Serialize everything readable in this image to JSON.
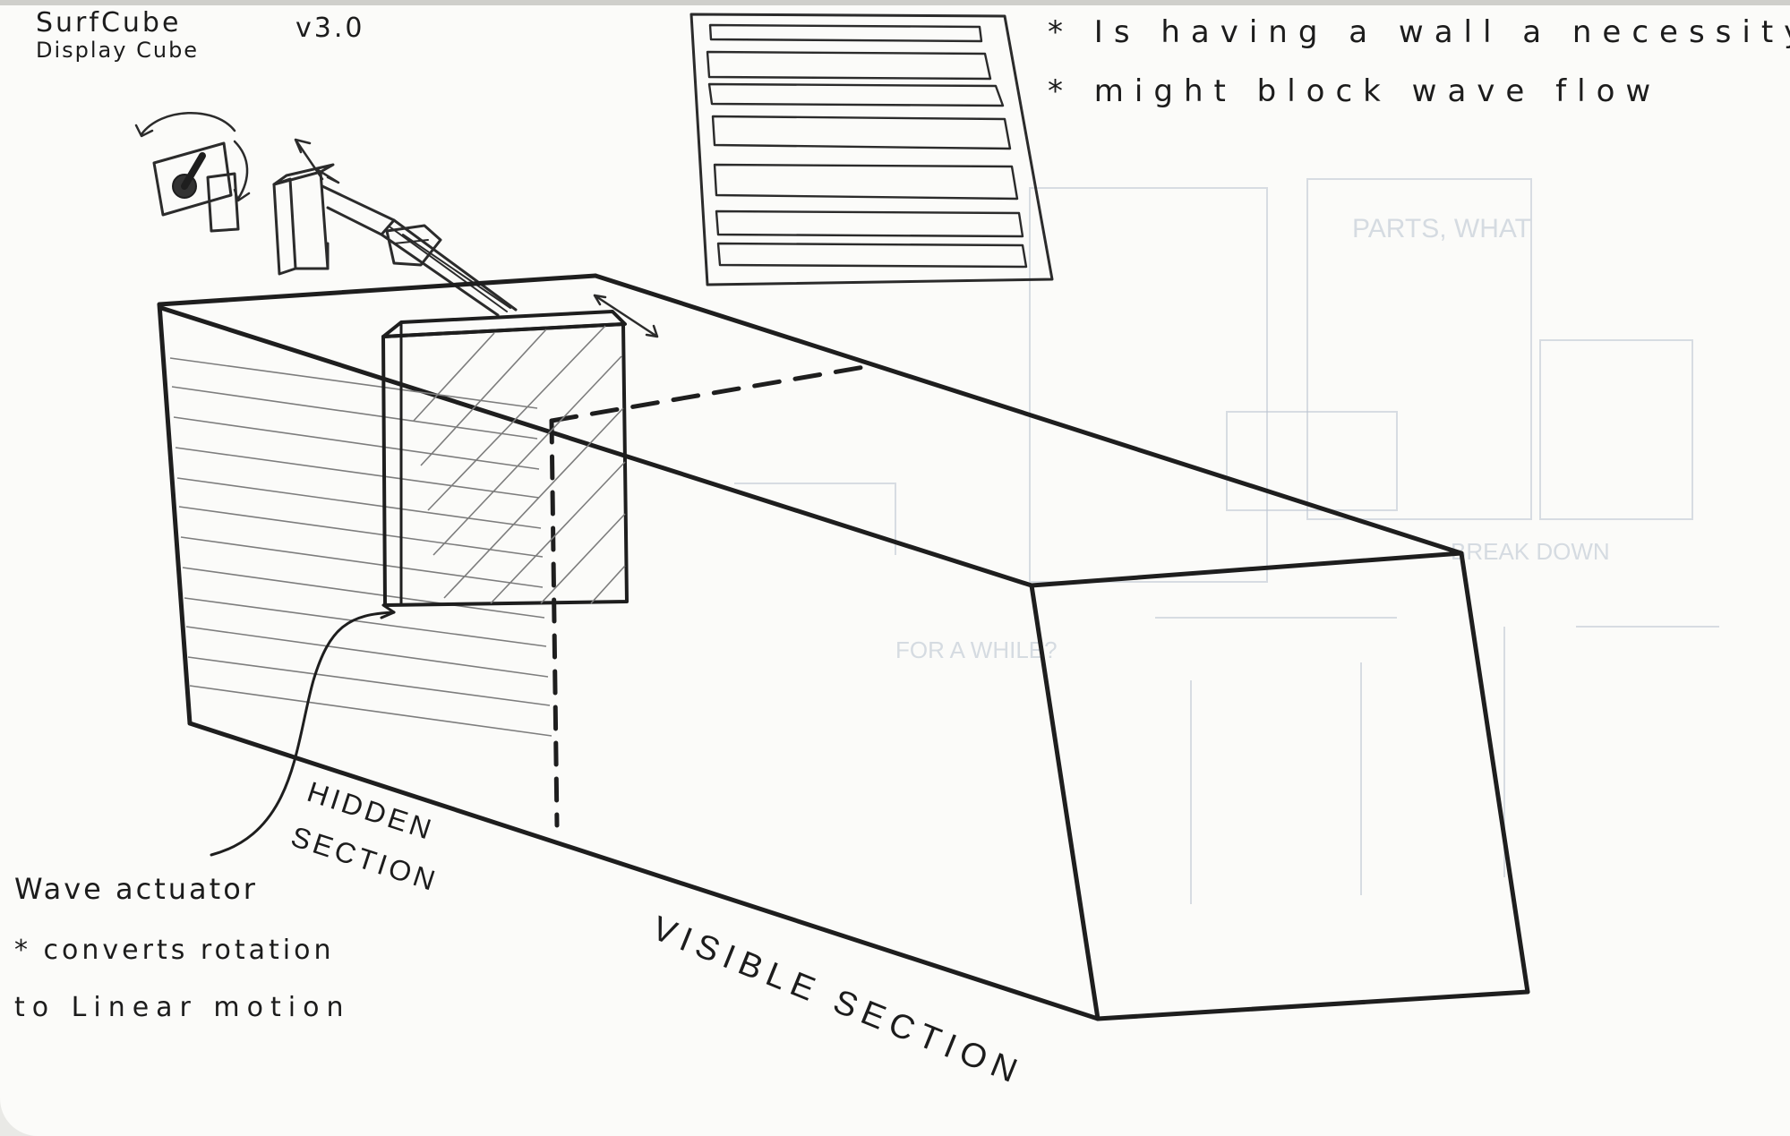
{
  "title": {
    "name": "SurfCube",
    "version": "v3.0",
    "subtitle": "Display Cube"
  },
  "notes": {
    "wall_question": "* Is having a wall a necessity?",
    "wall_concern": "* might block wave flow"
  },
  "labels": {
    "hidden_line1": "HIDDEN",
    "hidden_line2": "SECTION",
    "visible": "VISIBLE SECTION"
  },
  "actuator": {
    "title": "Wave actuator",
    "desc_line1": "* converts rotation",
    "desc_line2": "to Linear motion"
  },
  "colors": {
    "ink": "#1e1e1e",
    "paper": "#fbfbf9",
    "hatch": "#7d7d7d"
  }
}
